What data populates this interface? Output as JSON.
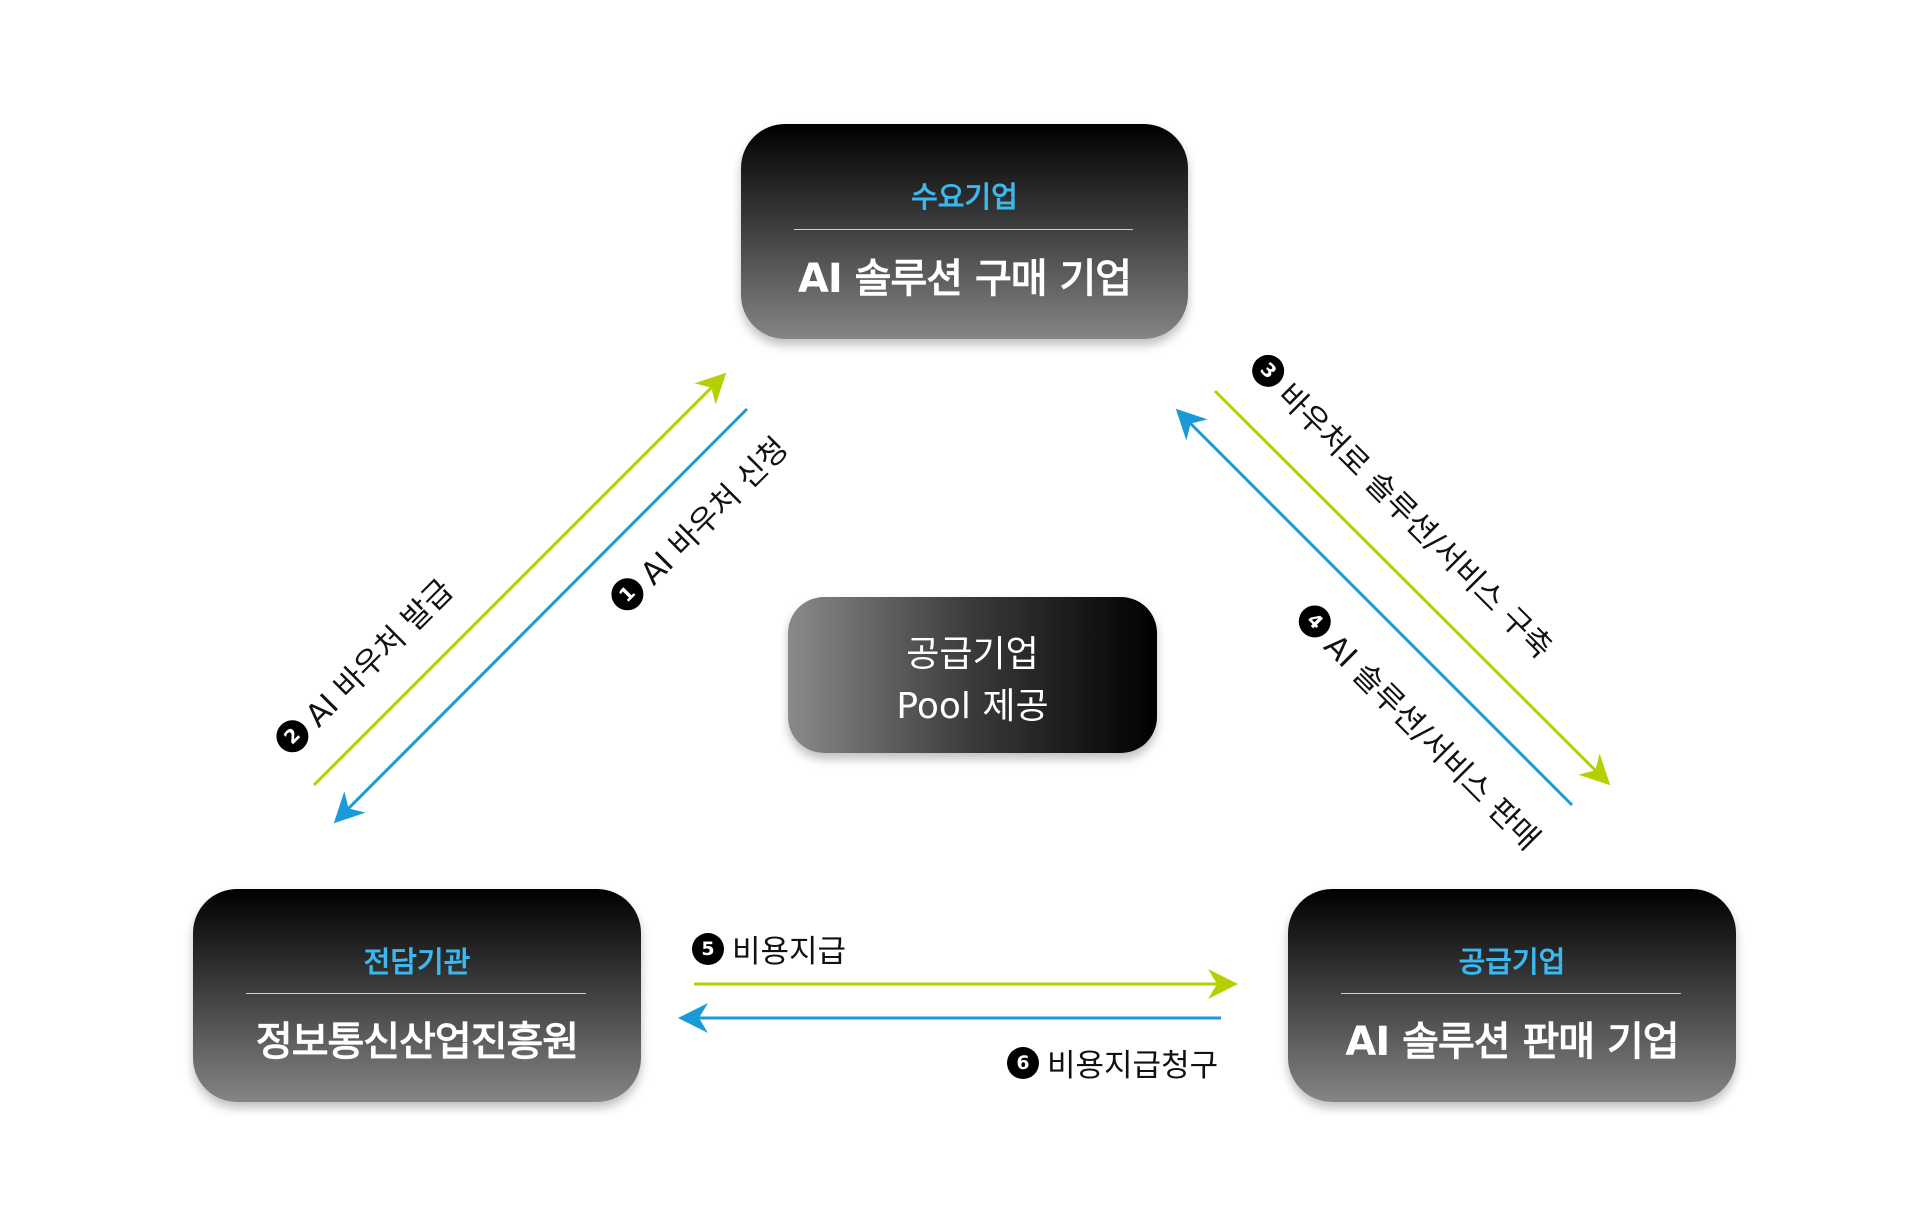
{
  "nodes": {
    "demand": {
      "subtitle": "수요기업",
      "title": "AI 솔루션 구매 기업"
    },
    "agency": {
      "subtitle": "전담기관",
      "title": "정보통신산업진흥원"
    },
    "supplier": {
      "subtitle": "공급기업",
      "title": "AI 솔루션 판매 기업"
    },
    "pool": {
      "line1": "공급기업",
      "line2": "Pool 제공"
    }
  },
  "steps": [
    {
      "num": "1",
      "label": "AI 바우처 신청"
    },
    {
      "num": "2",
      "label": "AI 바우처 발급"
    },
    {
      "num": "3",
      "label": "바우처로 솔루션/서비스 구축"
    },
    {
      "num": "4",
      "label": "AI 솔루션/서비스 판매"
    },
    {
      "num": "5",
      "label": "비용지급"
    },
    {
      "num": "6",
      "label": "비용지급청구"
    }
  ],
  "colors": {
    "green": "#b5cf00",
    "blue": "#1a9ad6",
    "accent": "#3ab8ef"
  }
}
